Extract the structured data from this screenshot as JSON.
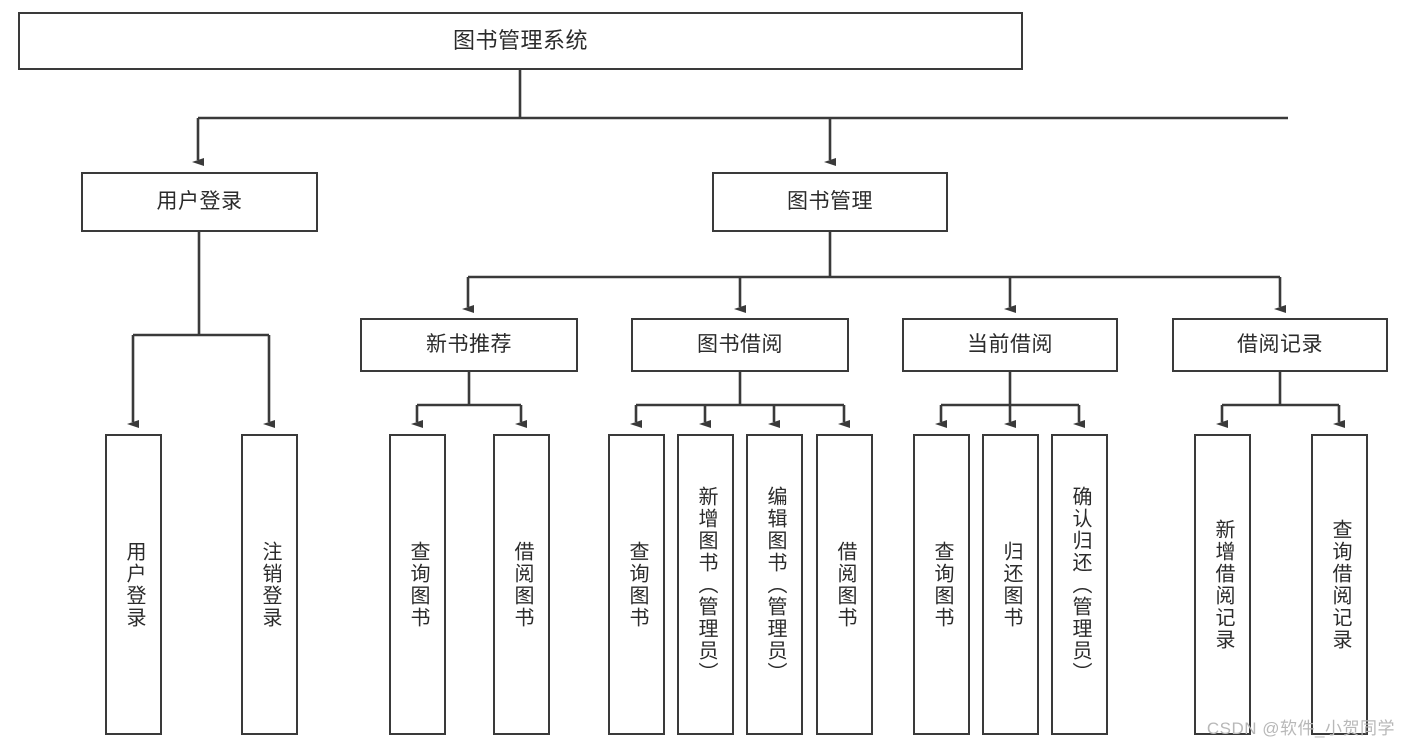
{
  "diagram": {
    "title": "图书管理系统",
    "type": "tree-hierarchy",
    "root": {
      "label": "图书管理系统"
    },
    "level2": [
      {
        "label": "用户登录"
      },
      {
        "label": "图书管理"
      }
    ],
    "level3": [
      {
        "label": "新书推荐"
      },
      {
        "label": "图书借阅"
      },
      {
        "label": "当前借阅"
      },
      {
        "label": "借阅记录"
      }
    ],
    "leaves": {
      "user_login": [
        {
          "label": "用户登录"
        },
        {
          "label": "注销登录"
        }
      ],
      "new_book_recommend": [
        {
          "label": "查询图书"
        },
        {
          "label": "借阅图书"
        }
      ],
      "book_borrow": [
        {
          "label": "查询图书"
        },
        {
          "label": "新增图书（管理员）"
        },
        {
          "label": "编辑图书（管理员）"
        },
        {
          "label": "借阅图书"
        }
      ],
      "current_borrow": [
        {
          "label": "查询图书"
        },
        {
          "label": "归还图书"
        },
        {
          "label": "确认归还（管理员）"
        }
      ],
      "borrow_record": [
        {
          "label": "新增借阅记录"
        },
        {
          "label": "查询借阅记录"
        }
      ]
    }
  },
  "watermark": {
    "text": "CSDN @软件_小贺同学"
  },
  "colors": {
    "border": "#3a3a3a",
    "text": "#2b2b2b",
    "background": "#ffffff",
    "watermark": "#b8b8b8"
  }
}
